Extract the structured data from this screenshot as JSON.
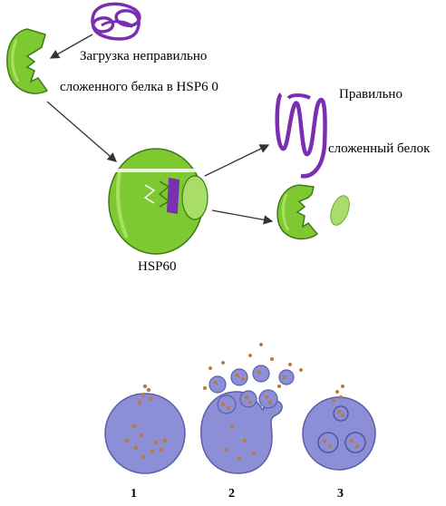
{
  "labels": {
    "loading": "Загрузка неправильно",
    "loading_line2": "сложенного белка в HSP6 0",
    "folded": "Правильно",
    "folded_line2": "сложенный белок",
    "chaperonin": "HSP60"
  },
  "stages": [
    "1",
    "2",
    "3"
  ],
  "colors": {
    "chaperonin_green": "#7ec832",
    "chaperonin_dark": "#3e7a16",
    "protein_purple": "#7a2fb3",
    "cell_fill": "#8d8fd6",
    "cell_edge": "#5b5da8",
    "particle": "#c0793a"
  }
}
